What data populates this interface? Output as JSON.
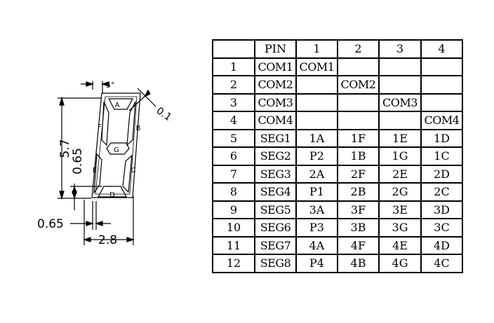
{
  "drawing": {
    "segment_labels": [
      "A",
      "B",
      "C",
      "D",
      "E",
      "F",
      "G"
    ],
    "dimensions": {
      "height": "5.7",
      "segment_width": "0.65",
      "bottom_offset": "0.65",
      "total_width": "2.8",
      "slant": "5°",
      "gap": "0.1"
    }
  },
  "table": {
    "header": [
      "",
      "PIN",
      "1",
      "2",
      "3",
      "4"
    ],
    "rows": [
      [
        "1",
        "COM1",
        "COM1",
        "",
        "",
        ""
      ],
      [
        "2",
        "COM2",
        "",
        "COM2",
        "",
        ""
      ],
      [
        "3",
        "COM3",
        "",
        "",
        "COM3",
        ""
      ],
      [
        "4",
        "COM4",
        "",
        "",
        "",
        "COM4"
      ],
      [
        "5",
        "SEG1",
        "1A",
        "1F",
        "1E",
        "1D"
      ],
      [
        "6",
        "SEG2",
        "P2",
        "1B",
        "1G",
        "1C"
      ],
      [
        "7",
        "SEG3",
        "2A",
        "2F",
        "2E",
        "2D"
      ],
      [
        "8",
        "SEG4",
        "P1",
        "2B",
        "2G",
        "2C"
      ],
      [
        "9",
        "SEG5",
        "3A",
        "3F",
        "3E",
        "3D"
      ],
      [
        "10",
        "SEG6",
        "P3",
        "3B",
        "3G",
        "3C"
      ],
      [
        "11",
        "SEG7",
        "4A",
        "4F",
        "4E",
        "4D"
      ],
      [
        "12",
        "SEG8",
        "P4",
        "4B",
        "4G",
        "4C"
      ]
    ]
  }
}
